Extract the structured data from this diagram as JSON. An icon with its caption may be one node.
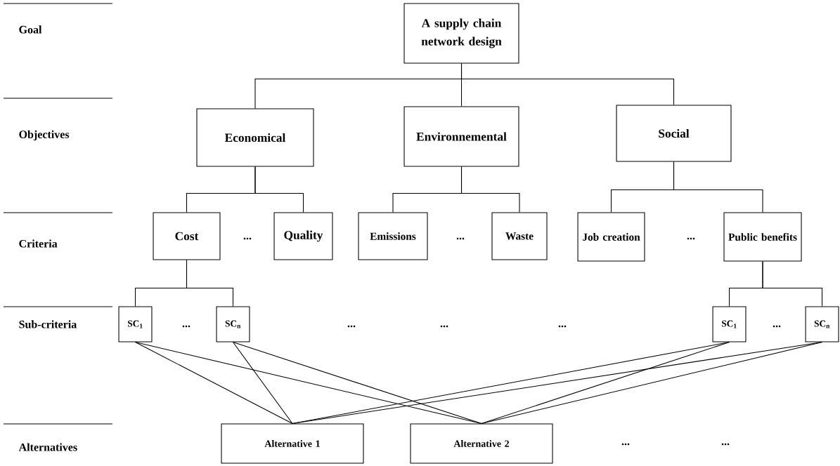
{
  "diagram": {
    "nodes": [
      {
        "text": [
          "A supply chain network design"
        ]
      },
      {
        "text": [
          "Economical"
        ]
      },
      {
        "text": [
          "Environnemental"
        ]
      },
      {
        "text": [
          "Social"
        ]
      },
      {
        "text": [
          "Cost"
        ]
      },
      {
        "text": [
          "Quality"
        ]
      },
      {
        "text": [
          "Emissions"
        ]
      },
      {
        "text": [
          "Waste"
        ]
      },
      {
        "text": [
          "Job creation"
        ]
      },
      {
        "text": [
          "Public benefits"
        ]
      },
      {
        "text": [
          "SC$_{1}$"
        ]
      },
      {
        "text": [
          "SC$_{n}$"
        ]
      },
      {
        "text": [
          "SC$_{1}$"
        ]
      },
      {
        "text": [
          "SC$_{n}$"
        ]
      },
      {
        "text": [
          "Alternative 1"
        ]
      },
      {
        "text": [
          "Alternative 2"
        ]
      }
    ],
    "edges": [
      {
        "from": 0,
        "to": 1,
        "arrow": "none"
      },
      {
        "from": 0,
        "to": 2,
        "arrow": "none"
      },
      {
        "from": 0,
        "to": 3,
        "arrow": "none"
      },
      {
        "from": 1,
        "to": 4,
        "arrow": "none"
      },
      {
        "from": 1,
        "to": 5,
        "arrow": "none"
      },
      {
        "from": 2,
        "to": 6,
        "arrow": "none"
      },
      {
        "from": 2,
        "to": 7,
        "arrow": "none"
      },
      {
        "from": 3,
        "to": 8,
        "arrow": "none"
      },
      {
        "from": 3,
        "to": 9,
        "arrow": "none"
      },
      {
        "from": 4,
        "to": 10,
        "arrow": "none"
      },
      {
        "from": 4,
        "to": 11,
        "arrow": "none"
      },
      {
        "from": 9,
        "to": 12,
        "arrow": "none"
      },
      {
        "from": 9,
        "to": 13,
        "arrow": "none"
      },
      {
        "from": 10,
        "to": 14,
        "arrow": "none"
      },
      {
        "from": 10,
        "to": 15,
        "arrow": "none"
      },
      {
        "from": 11,
        "to": 14,
        "arrow": "none"
      },
      {
        "from": 11,
        "to": 15,
        "arrow": "none"
      },
      {
        "from": 12,
        "to": 14,
        "arrow": "none"
      },
      {
        "from": 12,
        "to": 15,
        "arrow": "none"
      },
      {
        "from": 13,
        "to": 14,
        "arrow": "none"
      },
      {
        "from": 13,
        "to": 15,
        "arrow": "none"
      }
    ],
    "labels": [
      "Goal",
      "Objectives",
      "Criteria",
      "...",
      "...",
      "...",
      "Sub-criteria",
      "...",
      "...",
      "...",
      "...",
      "...",
      "Alternatives",
      "...",
      "..."
    ]
  }
}
